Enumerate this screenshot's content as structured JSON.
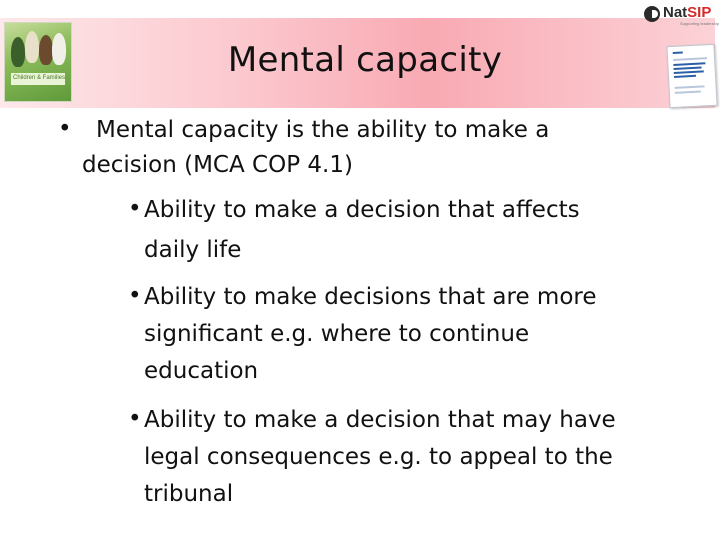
{
  "logo": {
    "text_a": "Nat",
    "text_b": "SIP",
    "subtext": "Supporting leadership"
  },
  "thumb": {
    "label": "Children & Families"
  },
  "title": "Mental capacity",
  "bullets": {
    "main_marker": "•",
    "main_line1": "Mental capacity is the ability to make a",
    "main_line2": "decision (MCA COP 4.1)",
    "sub_marker": "•",
    "sub1_line1": "Ability to make a decision that affects",
    "sub1_line2": "daily life",
    "sub2_line1": "Ability to make decisions that are more",
    "sub2_line2": "significant e.g. where to continue",
    "sub2_line3": "education",
    "sub3_line1": "Ability to make a decision that may have",
    "sub3_line2": "legal consequences e.g. to appeal to the",
    "sub3_line3": "tribunal"
  },
  "colors": {
    "title_band": "#f9aab3",
    "logo_accent": "#d62a2a"
  }
}
